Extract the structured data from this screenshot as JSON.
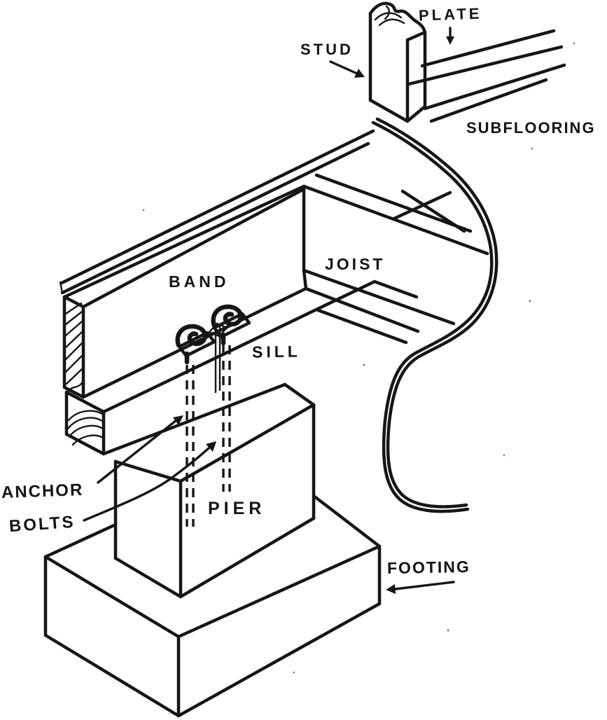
{
  "diagram": {
    "description": "Isometric cutaway drawing of wood-frame floor construction on a pier foundation",
    "background_color": "#ffffff",
    "ink_color": "#161616",
    "labels": {
      "plate": "PLATE",
      "stud": "STUD",
      "subflooring": "SUBFLOORING",
      "band": "BAND",
      "joist": "JOIST",
      "sill": "SILL",
      "anchor_bolts_line1": "ANCHOR",
      "anchor_bolts_line2": "BOLTS",
      "pier": "PIER",
      "footing": "FOOTING"
    }
  }
}
